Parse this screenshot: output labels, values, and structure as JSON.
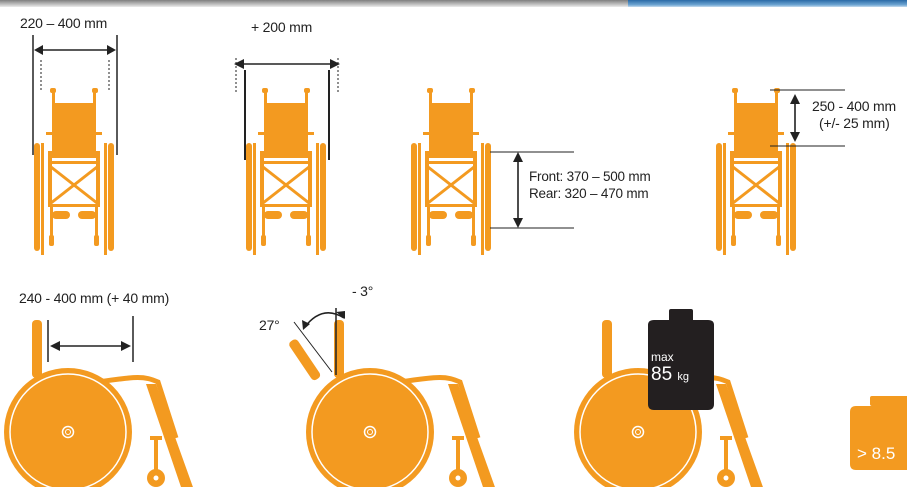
{
  "colors": {
    "accent": "#f39a20",
    "dark": "#222222",
    "weight_block": "#231f20"
  },
  "icons": [
    "wheelchair-front-icon",
    "wheelchair-side-icon",
    "weight-icon",
    "dimension-arrow-icon"
  ],
  "front_views": {
    "seat_width": "220 – 400 mm",
    "width_extension": "+ 200 mm",
    "seat_height_front": "Front: 370 – 500 mm",
    "seat_height_rear": "Rear: 320 – 470 mm",
    "backrest_height": "250 - 400 mm",
    "backrest_height_adjust": "(+/- 25 mm)"
  },
  "side_views": {
    "seat_depth": "240 - 400 mm (+ 40 mm)",
    "backrest_angle_back": "27°",
    "backrest_angle_front": "- 3°",
    "max_label": "max",
    "max_load_value": "85",
    "max_load_unit": "kg",
    "weight_partial": "> 8.5"
  }
}
